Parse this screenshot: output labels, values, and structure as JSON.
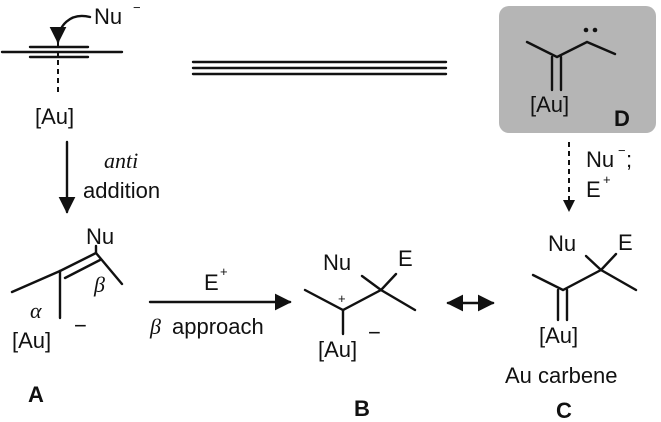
{
  "scheme": {
    "nucleophile": "Nu",
    "minus": "−",
    "gold": "[Au]",
    "electrophile": "E",
    "plus": "+",
    "top_left": {
      "step_italic": "anti",
      "step_word": "addition"
    },
    "intermediate_A": {
      "alpha": "α",
      "beta": "β",
      "label": "A"
    },
    "arrow_A_to_B": {
      "reagent": "E",
      "beta_symbol": "β",
      "approach_word": "approach"
    },
    "intermediate_B": {
      "label": "B"
    },
    "intermediate_C": {
      "caption": "Au carbene",
      "label": "C"
    },
    "intermediate_D": {
      "label": "D",
      "reagent_nu": "Nu",
      "reagent_sep": ";",
      "reagent_e": "E"
    }
  },
  "colors": {
    "ink": "#111111",
    "highlight_box": "#b5b5b5"
  }
}
